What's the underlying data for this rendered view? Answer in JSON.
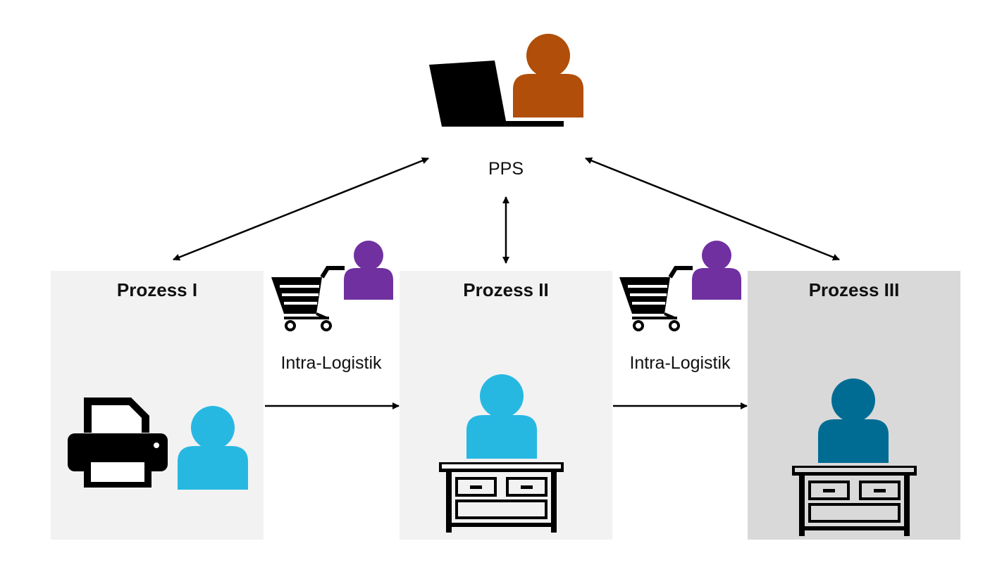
{
  "center": {
    "label": "PPS"
  },
  "processes": [
    {
      "title": "Prozess I"
    },
    {
      "title": "Prozess II"
    },
    {
      "title": "Prozess III"
    }
  ],
  "logistics": [
    {
      "label": "Intra-Logistik"
    },
    {
      "label": "Intra-Logistik"
    }
  ],
  "colors": {
    "planner": "#B04E0A",
    "logistics_worker": "#7030A0",
    "worker_light": "#27B8E2",
    "worker_dark": "#006C94",
    "box_light": "#F2F2F2",
    "box_dark": "#D9D9D9",
    "ink": "#000000"
  },
  "icons": {
    "pps": [
      "laptop-icon",
      "planner-person-icon"
    ],
    "process_1": [
      "printer-icon",
      "worker-person-icon"
    ],
    "process_2": [
      "worker-person-icon",
      "workbench-icon"
    ],
    "process_3": [
      "worker-person-icon",
      "workbench-icon"
    ],
    "logistics": [
      "shopping-cart-icon",
      "logistics-person-icon"
    ]
  }
}
